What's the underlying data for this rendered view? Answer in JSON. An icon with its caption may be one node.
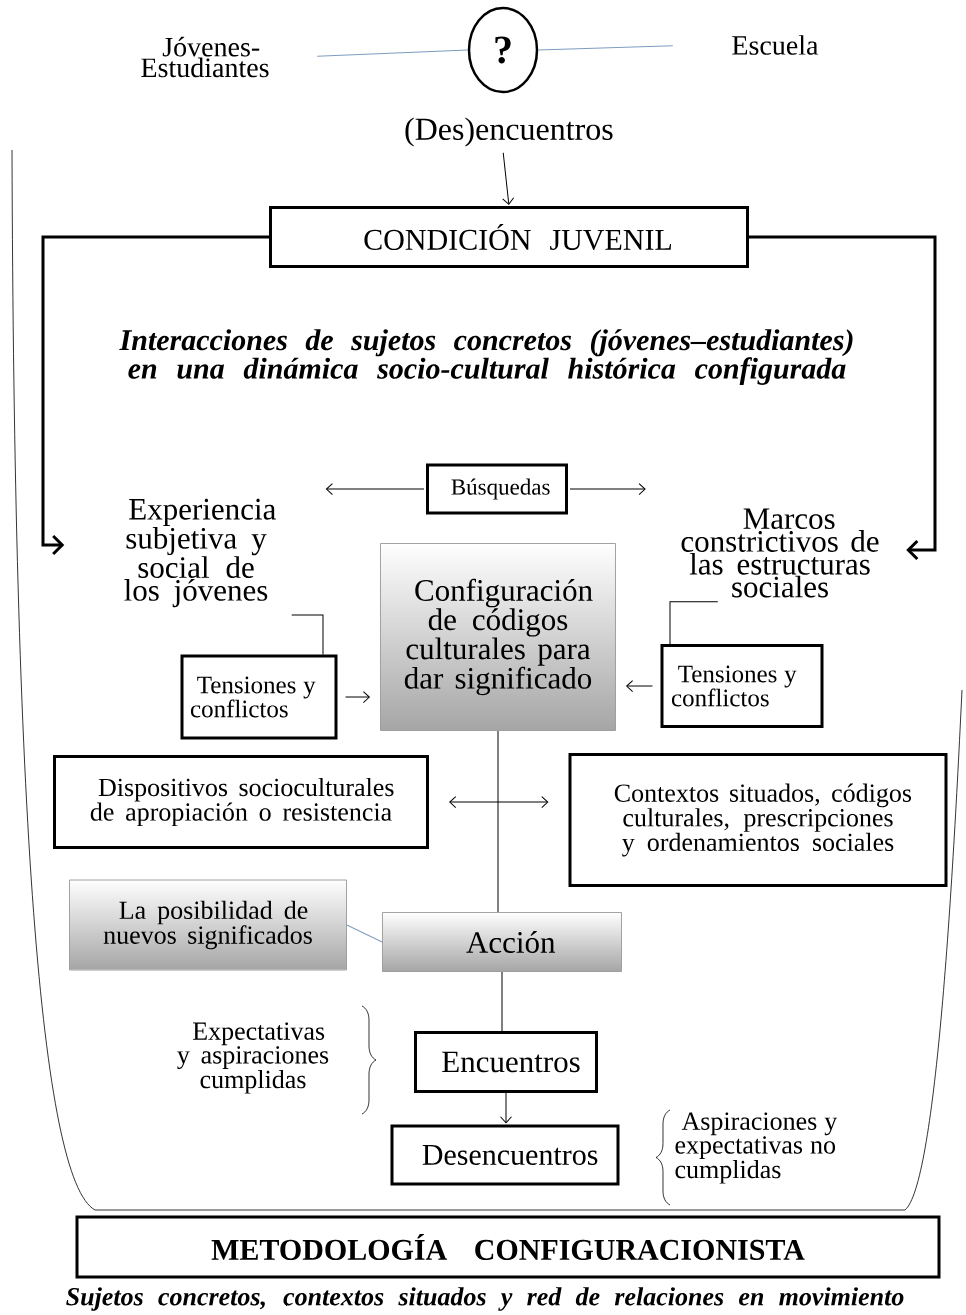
{
  "diagram": {
    "nodes": [
      {
        "text": [
          "Jóvenes- Estudiantes"
        ]
      },
      {
        "text": [
          "?"
        ]
      },
      {
        "text": [
          "Escuela"
        ]
      },
      {
        "text": [
          "(Des)encuentros"
        ]
      },
      {
        "text": [
          "CONDICIÓN JUVENIL"
        ]
      },
      {
        "text": [
          "Experiencia subjetiva y social de los jóvenes"
        ]
      },
      {
        "text": [
          "Búsquedas"
        ]
      },
      {
        "text": [
          "Marcos constrictivos de las estructuras sociales"
        ]
      },
      {
        "text": [
          "Configuración de códigos culturales para dar significado"
        ]
      },
      {
        "text": [
          "Tensiones y conflictos"
        ]
      },
      {
        "text": [
          "Tensiones y conflictos"
        ]
      },
      {
        "text": [
          "Dispositivos socioculturales de apropiación o resistencia"
        ]
      },
      {
        "text": [
          "Contextos situados, códigos culturales, prescripciones y ordenamientos sociales"
        ]
      },
      {
        "text": [
          "La posibilidad de nuevos significados"
        ]
      },
      {
        "text": [
          "Acción"
        ]
      },
      {
        "text": [
          "Encuentros"
        ]
      },
      {
        "text": [
          "Desencuentros"
        ]
      },
      {
        "text": [
          "METODOLOGÍA CONFIGURACIONISTA"
        ]
      }
    ],
    "edges": [
      {
        "from": 0,
        "to": 1,
        "arrow": "none",
        "color": "#7f9cc0"
      },
      {
        "from": 1,
        "to": 2,
        "arrow": "none",
        "color": "#7f9cc0"
      },
      {
        "from": 3,
        "to": 4,
        "arrow": "to"
      },
      {
        "from": 4,
        "to": 5,
        "arrow": "to",
        "style": "thick"
      },
      {
        "from": 4,
        "to": 7,
        "arrow": "to",
        "style": "thick"
      },
      {
        "from": 6,
        "to": 5,
        "arrow": "to"
      },
      {
        "from": 6,
        "to": 7,
        "arrow": "to"
      },
      {
        "from": 5,
        "to": 9,
        "arrow": "none"
      },
      {
        "from": 9,
        "to": 8,
        "arrow": "to"
      },
      {
        "from": 7,
        "to": 10,
        "arrow": "none"
      },
      {
        "from": 10,
        "to": 8,
        "arrow": "to"
      },
      {
        "from": 11,
        "to": 12,
        "arrow": "both"
      },
      {
        "from": 8,
        "to": 14,
        "arrow": "none"
      },
      {
        "from": 14,
        "to": 15,
        "arrow": "none"
      },
      {
        "from": 15,
        "to": 16,
        "arrow": "to"
      },
      {
        "from": 13,
        "to": 14,
        "arrow": "none",
        "color": "#7f9cc0"
      }
    ],
    "labels": [
      "Interacciones de sujetos concretos (jóvenes–estudiantes) en una dinámica socio-cultural histórica configurada",
      "Expectativas y aspiraciones cumplidas",
      "Aspiraciones y expectativas no cumplidas"
    ],
    "caption": "Sujetos concretos, contextos situados y red de relaciones en movimiento"
  }
}
